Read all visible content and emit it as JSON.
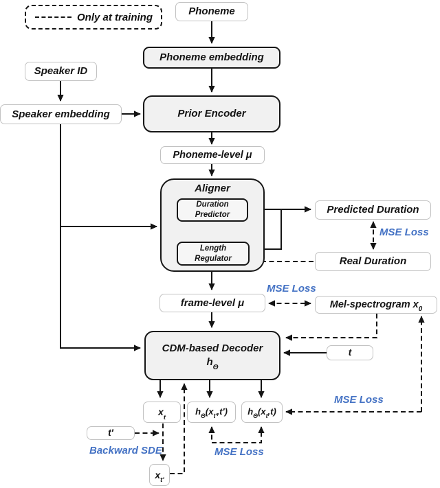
{
  "legend": {
    "label": "Only at training"
  },
  "nodes": {
    "phoneme": "Phoneme",
    "phoneme_embedding": "Phoneme embedding",
    "speaker_id": "Speaker ID",
    "speaker_embedding": "Speaker embedding",
    "prior_encoder": "Prior Encoder",
    "phoneme_level_mu": "Phoneme-level μ",
    "aligner": "Aligner",
    "duration_predictor_line1": "Duration",
    "duration_predictor_line2": "Predictor",
    "length_regulator_line1": "Length",
    "length_regulator_line2": "Regulator",
    "predicted_duration": "Predicted Duration",
    "real_duration": "Real Duration",
    "frame_level_mu": "frame-level μ",
    "mel_spectrogram": {
      "t1": "Mel-spectrogram x",
      "s1": "0"
    },
    "decoder_line1": "CDM-based Decoder",
    "decoder_h": {
      "t1": "h",
      "s1": "Θ"
    },
    "t": "t",
    "t_prime": "t′",
    "x_t": {
      "t1": "x",
      "s1": "t"
    },
    "x_t_prime": {
      "t1": "x",
      "s1": "t′"
    },
    "h_xtp": {
      "t1": "h",
      "s1": "Θ",
      "t2": "(x",
      "s2": "t′",
      "t3": ",t′)"
    },
    "h_xt": {
      "t1": "h",
      "s1": "Θ",
      "t2": "(x",
      "s2": "t",
      "t3": ",t)"
    }
  },
  "loss_labels": {
    "mse_duration": "MSE Loss",
    "mse_frame": "MSE Loss",
    "mse_right": "MSE Loss",
    "mse_bracket": "MSE Loss",
    "backward_sde": "Backward SDE"
  },
  "colors": {
    "loss_text_blue": "#4472c4",
    "box_fill_gray": "#f1f1f1",
    "dark_border": "#161616",
    "light_border": "#c2c2c2"
  }
}
